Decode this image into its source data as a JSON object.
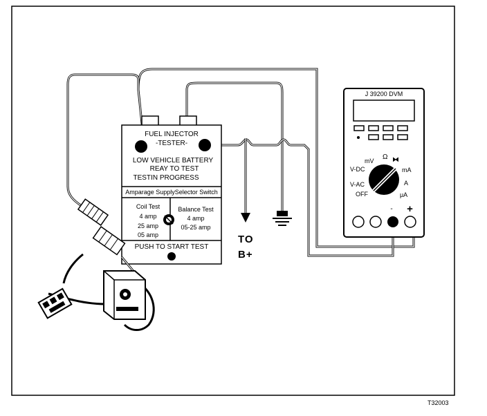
{
  "tester": {
    "title_line1": "FUEL INJECTOR",
    "title_line2": "-TESTER-",
    "status_line1": "LOW VEHICLE BATTERY",
    "status_line2": "REAY TO TEST",
    "status_line3": "TESTIN PROGRESS",
    "selector_label": "Amparage SupplySelector Switch",
    "coil_test": {
      "title": "Coil Test",
      "line1": "4 amp",
      "line2": "25 amp",
      "line3": "05 amp"
    },
    "balance_test": {
      "title": "Balance Test",
      "line1": "4 amp",
      "line2": "05-25 amp"
    },
    "push_label": "PUSH TO START TEST"
  },
  "dvm": {
    "title": "J 39200 DVM",
    "dial": {
      "mv": "mV",
      "ohm": "Ω",
      "diode": "⧓",
      "vdc": "V-DC",
      "ma": "mA",
      "vac": "V-AC",
      "a": "A",
      "off": "OFF",
      "ua": "μA"
    },
    "minus_label": "-",
    "plus_label": "+"
  },
  "to_label_line1": "TO",
  "to_label_line2": "B+",
  "figure_code": "T32003",
  "colors": {
    "ink": "#000000",
    "paper": "#ffffff"
  }
}
